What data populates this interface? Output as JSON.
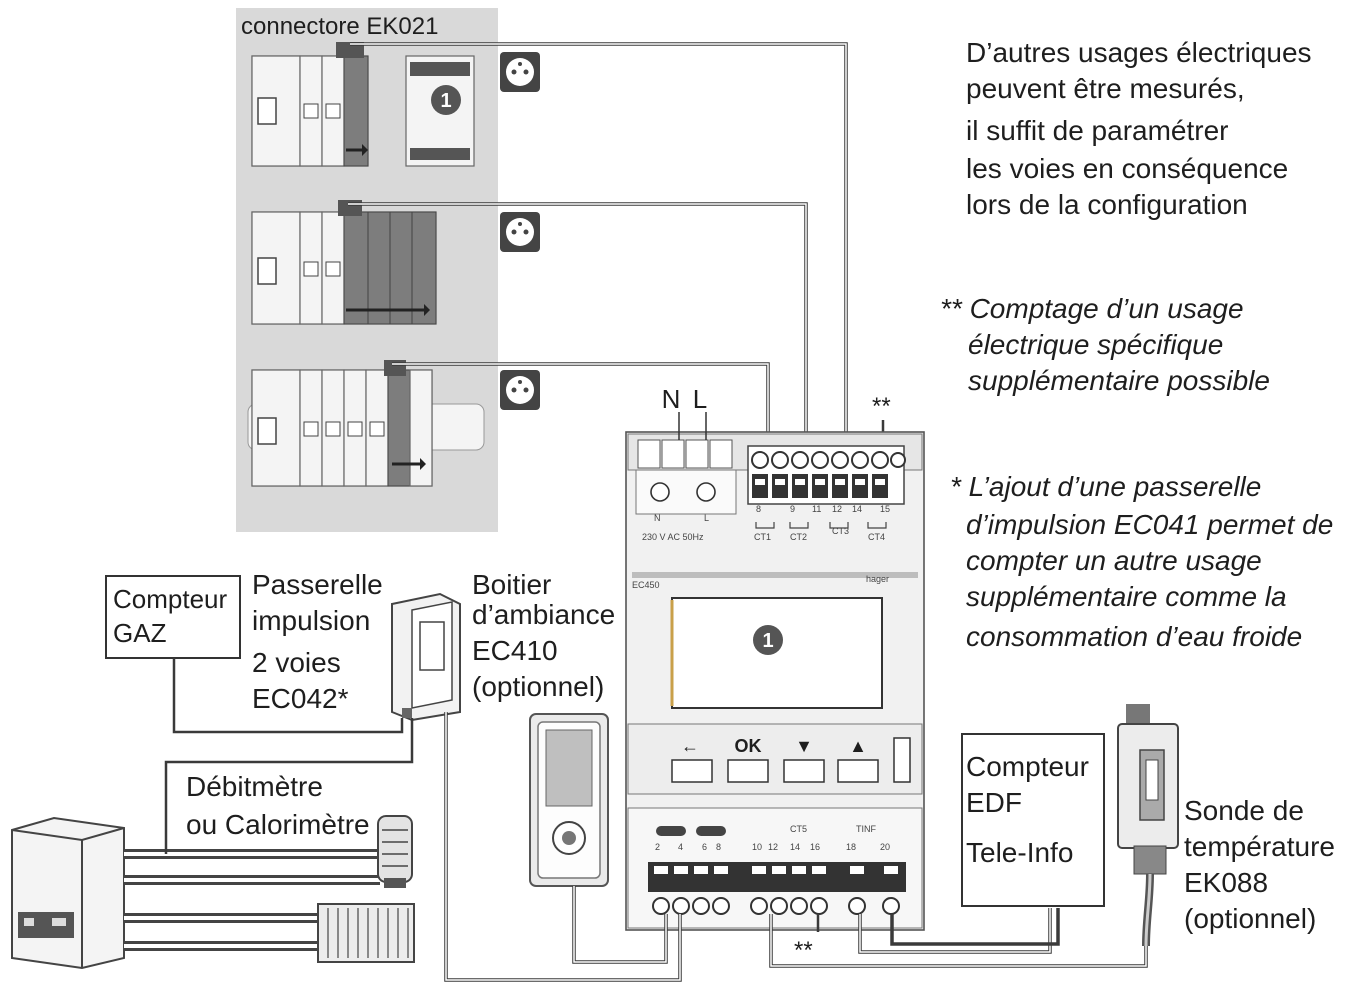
{
  "diagram": {
    "panel_title": "connectore EK021",
    "marker": "1",
    "asterisks": "**",
    "main_device": {
      "model": "EC450",
      "brand": "hager",
      "terminal_N": "N",
      "terminal_L": "L",
      "supply": "230 V AC 50Hz",
      "ct_labels": [
        "CT1",
        "CT2",
        "CT3",
        "CT4"
      ],
      "top_terminal_numbers": [
        "N",
        "L",
        "8",
        "9",
        "11",
        "12",
        "14",
        "15"
      ],
      "buttons": [
        "←",
        "OK",
        "▼",
        "▲"
      ],
      "bottom_labels": [
        "2",
        "4",
        "6",
        "8",
        "10",
        "12",
        "14",
        "16",
        "18",
        "20"
      ],
      "bottom_groups": [
        "CT5",
        "TINF"
      ]
    },
    "labels": {
      "compteur_gaz": [
        "Compteur",
        "GAZ"
      ],
      "passerelle": [
        "Passerelle",
        "impulsion",
        "2 voies",
        "EC042*"
      ],
      "boitier": [
        "Boitier",
        "d’ambiance",
        "EC410",
        "(optionnel)"
      ],
      "debitmetre": [
        "Débitmètre",
        "ou Calorimètre"
      ],
      "compteur_edf": [
        "Compteur",
        "EDF",
        "Tele-Info"
      ],
      "sonde": [
        "Sonde de",
        "température",
        "EK088",
        "(optionnel)"
      ]
    },
    "notes": {
      "usages": [
        "D’autres usages électriques",
        "peuvent être mesurés,",
        "il suffit de paramétrer",
        "les voies en conséquence",
        "lors de la configuration"
      ],
      "double_star": [
        "** Comptage d’un usage",
        "électrique spécifique",
        "supplémentaire possible"
      ],
      "single_star": [
        "* L’ajout d’une passerelle",
        "d’impulsion EC041 permet de",
        "compter un autre usage",
        "supplémentaire comme la",
        "consommation d’eau froide"
      ]
    }
  }
}
